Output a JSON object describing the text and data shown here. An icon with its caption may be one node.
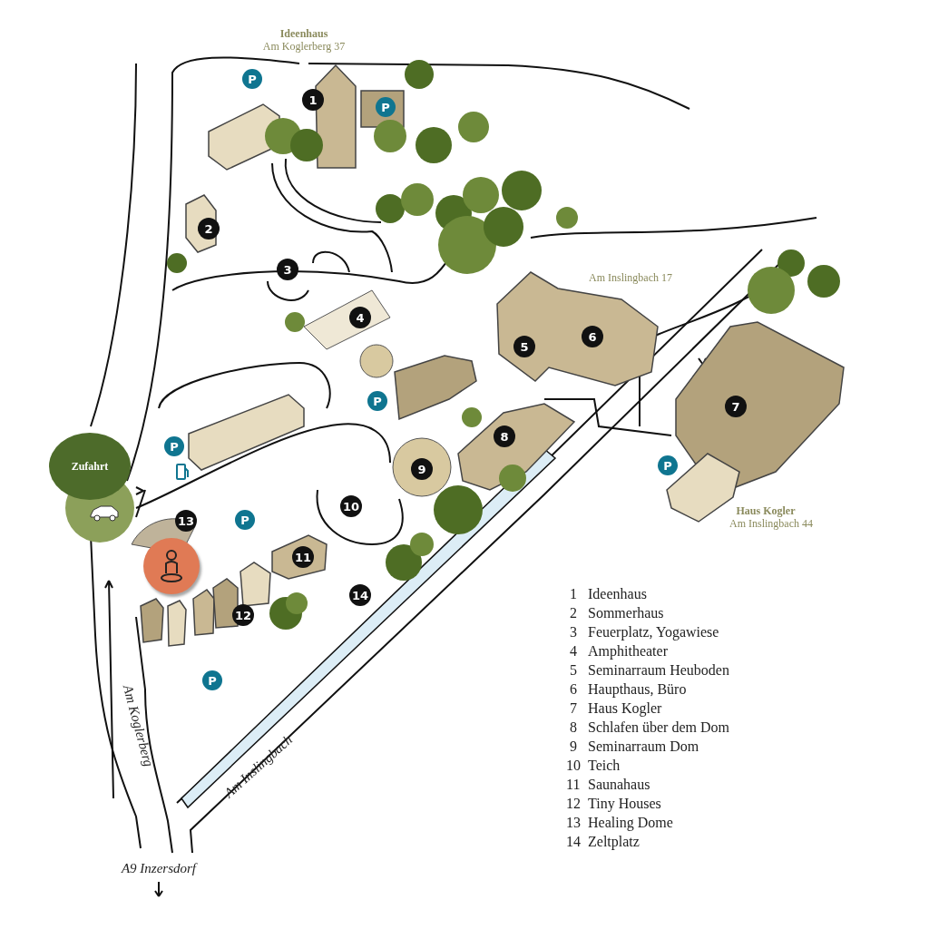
{
  "diagram": {
    "nodes": [
      {
        "text": [
          "Zufahrt"
        ]
      }
    ],
    "edges": [],
    "labels": [
      "Ideenhaus",
      "Am Koglerberg 37",
      "P",
      "1",
      "P",
      "2",
      "3",
      "Am Inslingbach 17",
      "4",
      "6",
      "5",
      "P",
      "7",
      "8",
      "P",
      "9",
      "P",
      "10",
      "13",
      "P",
      "Haus Kogler",
      "Am Inslingbach 44",
      "11",
      "14",
      "12",
      "P",
      "Am Koglerberg",
      "Am Inslingbach",
      "A9 Inzersdorf",
      "1",
      "Ideenhaus",
      "2",
      "Sommerhaus",
      "3",
      "Feuerplatz, Yogawiese",
      "4",
      "Amphitheater",
      "5",
      "Seminarraum Heuboden",
      "6",
      "Haupthaus, Büro",
      "7",
      "Haus Kogler",
      "8",
      "Schlafen über dem Dom",
      "9",
      "Seminarraum Dom",
      "10",
      "Teich",
      "11",
      "Saunahaus",
      "12",
      "Tiny Houses",
      "13",
      "Healing Dome",
      "14",
      "Zeltplatz"
    ]
  }
}
